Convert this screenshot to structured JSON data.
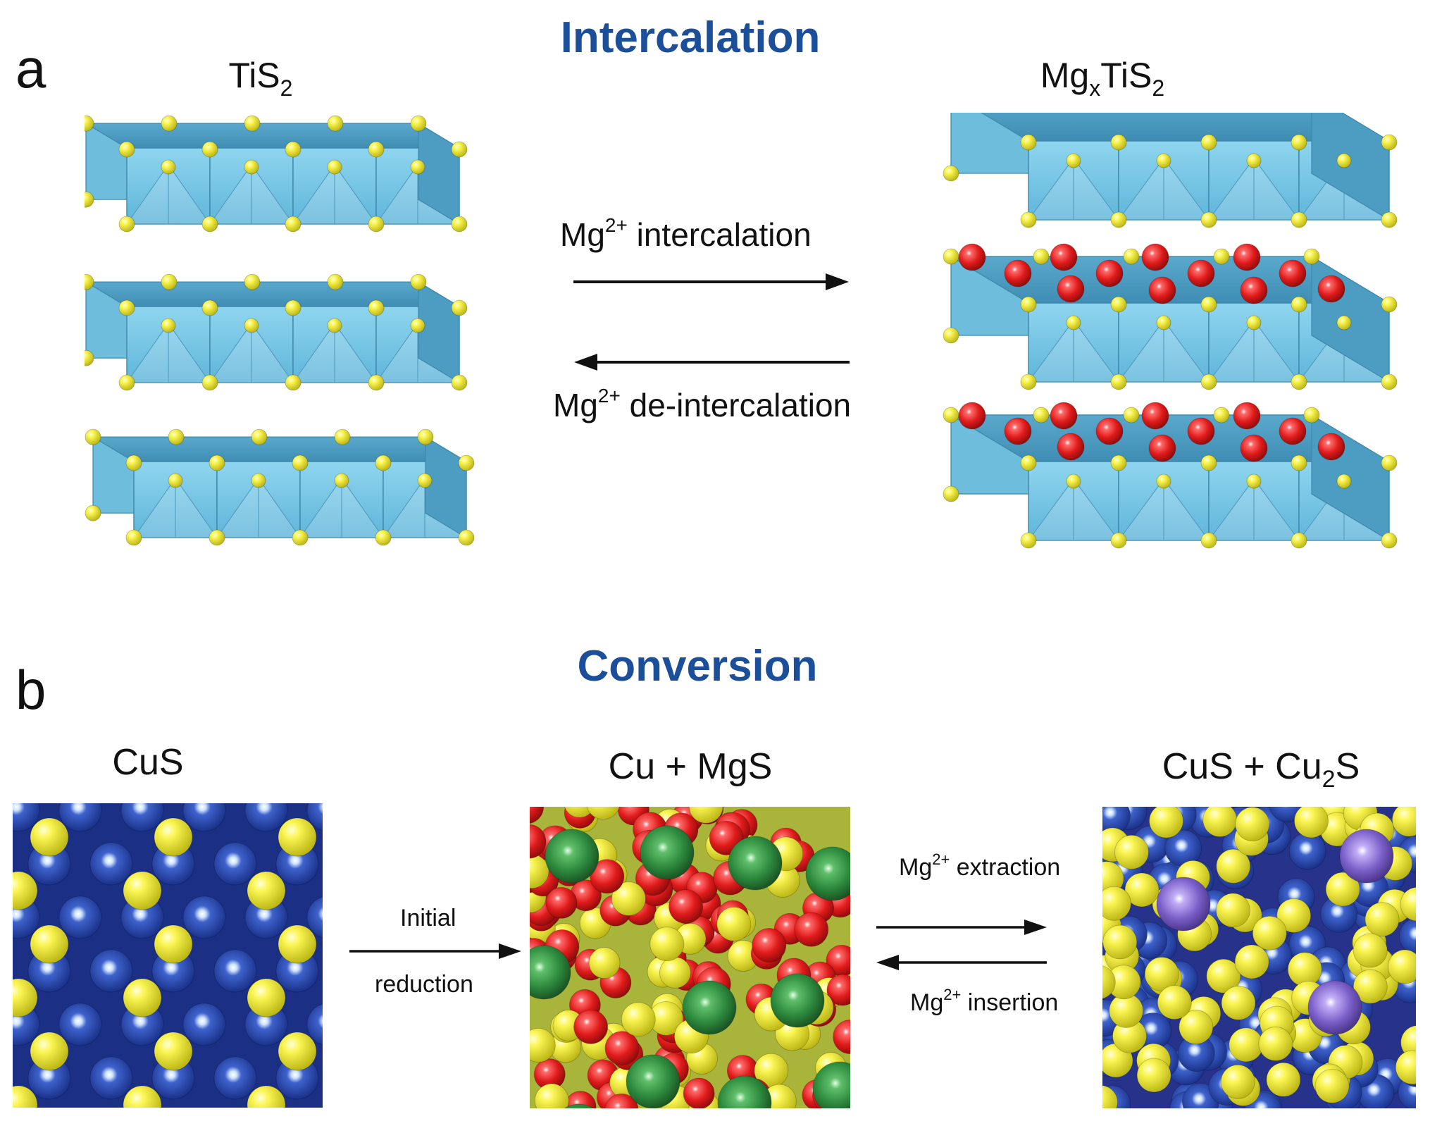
{
  "panel_a": {
    "letter": "a",
    "title": "Intercalation",
    "left_label": {
      "base": "TiS",
      "sub": "2"
    },
    "right_label": {
      "a": "Mg",
      "sub1": "x",
      "b": "TiS",
      "sub2": "2"
    },
    "forward_label": {
      "base": "Mg",
      "sup": "2+",
      "rest": " intercalation"
    },
    "reverse_label": {
      "base": "Mg",
      "sup": "2+",
      "rest": " de-intercalation"
    }
  },
  "panel_b": {
    "letter": "b",
    "title": "Conversion",
    "left_label": "CuS",
    "middle_label": "Cu + MgS",
    "right_label": {
      "a": "CuS + Cu",
      "sub": "2",
      "b": "S"
    },
    "arrow1_label_top": "Initial",
    "arrow1_label_bottom": "reduction",
    "extraction_label": {
      "base": "Mg",
      "sup": "2+",
      "rest": " extraction"
    },
    "insertion_label": {
      "base": "Mg",
      "sup": "2+",
      "rest": " insertion"
    }
  },
  "colors": {
    "title_blue": "#1c4f99",
    "octahedron_blue": "#7cc8e6",
    "sulfur_yellow": "#f2ee3a",
    "magnesium_red": "#e01b1b",
    "copper_blue": "#1f3fa6",
    "green_atom": "#2e8b3e",
    "purple_atom": "#7b5fc9"
  }
}
